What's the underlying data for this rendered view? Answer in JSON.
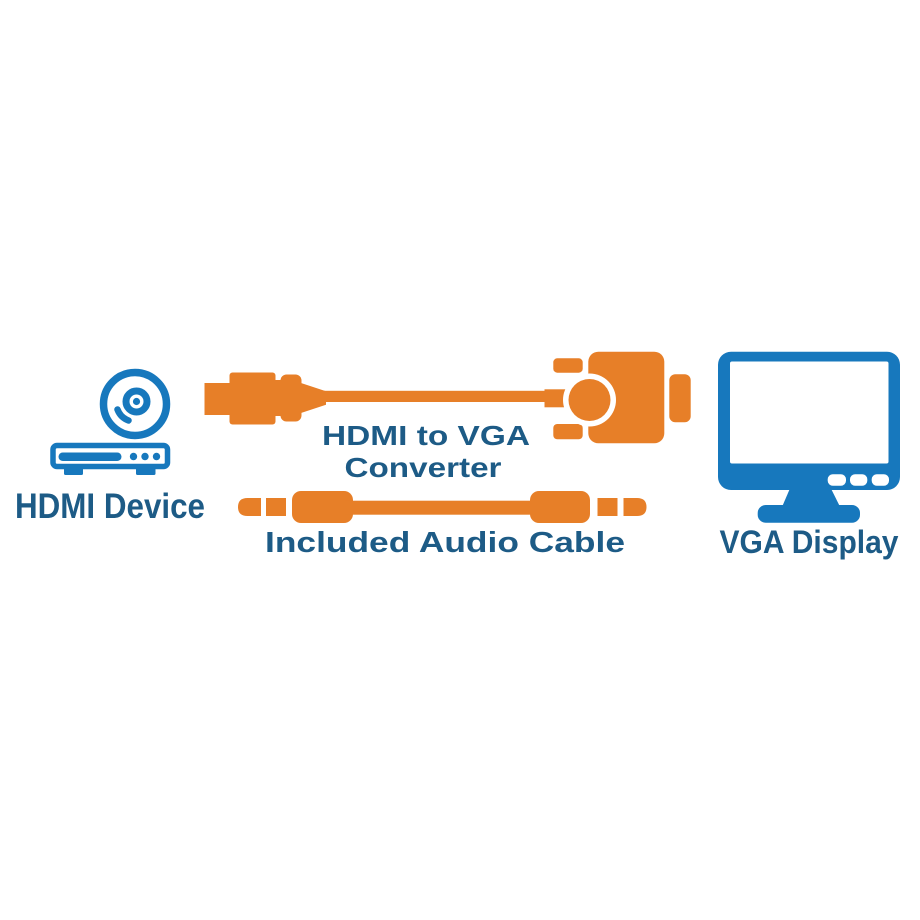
{
  "title": "HDMI to VGA Converter connection diagram",
  "colors": {
    "background": "#FFFFFF",
    "orange": "#E77F28",
    "blue": "#1778BD",
    "label": "#1D5B86"
  },
  "labels": {
    "hdmi_device": "HDMI Device",
    "converter_line1": "HDMI to VGA",
    "converter_line2": "Converter",
    "audio_cable": "Included Audio Cable",
    "vga_display": "VGA Display"
  },
  "icons": {
    "source": "hdmi-device-icon (disc over media player)",
    "hdmi_cable": "hdmi-cable-icon (orange hdmi plug with cable)",
    "converter": "hdmi-to-vga-converter-icon (orange vga adapter)",
    "audio_cable": "audio-cable-icon (3.5mm jack both ends)",
    "display": "vga-display-icon (blue monitor)"
  }
}
